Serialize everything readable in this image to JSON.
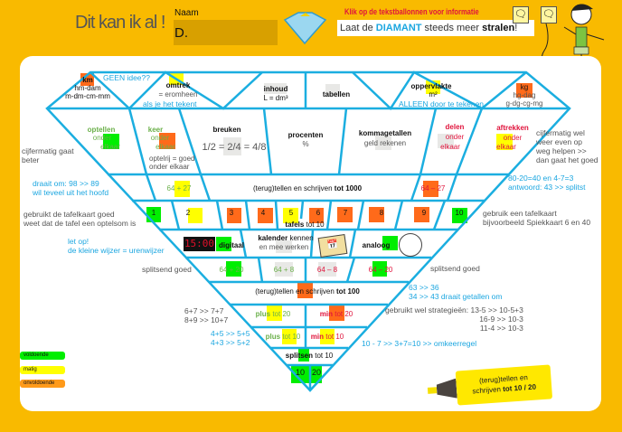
{
  "header": {
    "title": "Dit kan ik al !",
    "name_label": "Naam",
    "name_value": "D.",
    "info_text": "Klik op de tekstballonnen voor informatie",
    "slogan_pre": "Laat de ",
    "slogan_accent": "DIAMANT",
    "slogan_mid": " steeds meer ",
    "slogan_bold": "stralen",
    "slogan_end": "!"
  },
  "colors": {
    "background": "#F9BA00",
    "line": "#1BAEE0",
    "voldoende": "#00EE00",
    "matig": "#FFFF00",
    "onvoldoende": "#FF6A1A"
  },
  "row1": {
    "km": "km",
    "hmdam": "hm-dam",
    "mdm": "m-dm-cm-mm",
    "geen": "GEEN idee??",
    "omtrek": "omtrek",
    "eromheen": "= eromheen",
    "tekent": "als je het tekent",
    "inhoud": "inhoud",
    "liter": "L = dm³",
    "tabellen": "tabellen",
    "oppervlakte": "oppervlakte",
    "m2": "m²",
    "alleen": "ALLEEN door te tekenen",
    "kg": "kg",
    "hgdag": "hg-dag",
    "gdg": "g-dg-cg-mg"
  },
  "row2": {
    "optellen": "optellen",
    "onder": "onder",
    "elkaar": "elkaar",
    "keer": "keer",
    "optelrij": "optelrij = goed",
    "onder_elkaar": "onder elkaar",
    "breuken": "breuken",
    "fraction": "1/2 = 2/4 = 4/8",
    "procenten": "procenten",
    "pct": "%",
    "komma": "kommagetallen",
    "geld": "geld rekenen",
    "delen": "delen",
    "aftrekken": "aftrekken"
  },
  "row3": {
    "a": "64 + 27",
    "mid_pre": "(terug)tellen en schrijven ",
    "mid_bold": "tot 1000",
    "b": "64 – 27"
  },
  "tafels": {
    "numbers": [
      "1",
      "2",
      "3",
      "4",
      "5",
      "6",
      "7",
      "8",
      "9",
      "10"
    ],
    "label_bold": "tafels",
    "label_rest": " tot 10"
  },
  "row5": {
    "clock": "15:00",
    "digitaal": "digitaal",
    "kal_bold": "kalender",
    "kal_rest": " kennen",
    "kal2": "en mee werken",
    "analoog": "analoog"
  },
  "row6": {
    "a": "64 + 20",
    "b": "64 + 8",
    "c": "64 – 8",
    "d": "64 – 20"
  },
  "row7": {
    "pre": "(terug)tellen en schrijven ",
    "bold": "tot 100"
  },
  "row8": {
    "plus": "plus",
    "tot20": " tot 20",
    "min": "min"
  },
  "row9": {
    "tot10": " tot 10"
  },
  "row10": {
    "bold": "splitsen",
    "rest": " tot 10"
  },
  "row11": {
    "a": "10",
    "b": "20"
  },
  "notes": {
    "left1": [
      "cijfermatig gaat",
      "beter"
    ],
    "left2": [
      "draait om: 98 >> 89",
      "wil teveel uit het hoofd"
    ],
    "left3": [
      "gebruikt de tafelkaart goed",
      "weet dat de tafel een optelsom is"
    ],
    "left4": [
      "let op!",
      "de kleine wijzer = urenwijzer"
    ],
    "left5": "splitsend goed",
    "left6": [
      "6+7 >> 7+7",
      "8+9 >> 10+7"
    ],
    "left7": [
      "4+5 >> 5+5",
      "4+3 >> 5+2"
    ],
    "right1": [
      "cijfermatig wel",
      "weer even op",
      "weg helpen >>",
      "dan gaat het goed"
    ],
    "right2": [
      "80-20=40 en 4-7=3",
      "antwoord: 43 >> splitst"
    ],
    "right3": [
      "gebruik een tafelkaart",
      "bijvoorbeeld Spiekkaart 6 en 40"
    ],
    "right4": "splitsend goed",
    "right5": [
      "63 >> 36",
      "34 >> 43  draait getallen om"
    ],
    "right6": [
      "gebruikt wel strategieën: 13-5 >> 10-5+3",
      "16-9 >> 10-3",
      "11-4 >> 10-3"
    ],
    "right7": "10 - 7 >> 3+7=10 >> omkeerregel"
  },
  "legend": [
    "voldoende",
    "matig",
    "onvoldoende"
  ],
  "highlighter": {
    "line1": "(terug)tellen en",
    "line2_pre": "schrijven ",
    "line2_bold": "tot 10 / 20"
  }
}
